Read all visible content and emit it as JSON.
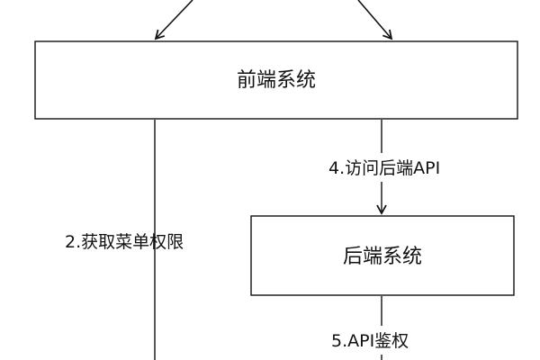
{
  "nodes": {
    "frontend": {
      "label": "前端系统"
    },
    "backend": {
      "label": "后端系统"
    }
  },
  "edges": {
    "get_menu_permissions": {
      "label": "2.获取菜单权限"
    },
    "access_backend_api": {
      "label": "4.访问后端API"
    },
    "api_authentication": {
      "label": "5.API鉴权"
    }
  }
}
